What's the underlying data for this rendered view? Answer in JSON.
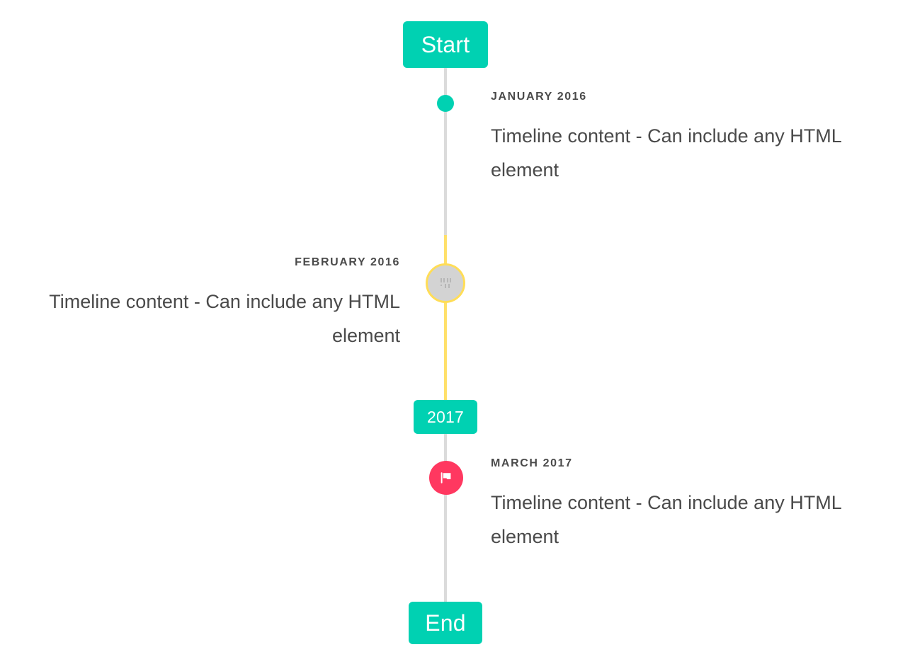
{
  "timeline": {
    "start_label": "Start",
    "mid_label": "2017",
    "end_label": "End",
    "colors": {
      "accent_green": "#00d1b2",
      "line_gray": "#dbdbdb",
      "line_yellow": "#ffe06a",
      "ring_yellow": "#ffdd57",
      "marker_gray": "#d3d3d3",
      "flag_red": "#ff3860",
      "text": "#4a4a4a",
      "background": "#ffffff"
    },
    "entries": [
      {
        "id": "january-2016",
        "heading": "JANUARY 2016",
        "body": "Timeline content - Can include any HTML element",
        "side": "right",
        "marker": "dot-marker"
      },
      {
        "id": "february-2016",
        "heading": "FEBRUARY 2016",
        "body": "Timeline content - Can include any HTML element",
        "side": "left",
        "marker": "broken-image-icon"
      },
      {
        "id": "march-2017",
        "heading": "MARCH 2017",
        "body": "Timeline content - Can include any HTML element",
        "side": "right",
        "marker": "flag-icon"
      }
    ]
  }
}
